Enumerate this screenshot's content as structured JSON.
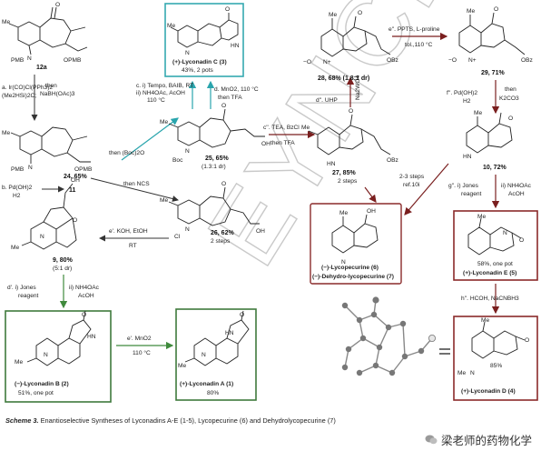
{
  "compounds": {
    "c12a": "12a",
    "c24": "24, 65%",
    "c11": "11",
    "c3_name": "(+)-Lyconadin C (3)",
    "c3_yield": "43%, 2 pots",
    "c25": "25, 65%",
    "c25_ratio": "(1.3:1 dr)",
    "c26": "26, 62%",
    "c26_steps": "2 steps",
    "c28": "28, 68% (1.8:1 dr)",
    "c29": "29, 71%",
    "c27": "27, 85%",
    "c27_steps": "2 steps",
    "c10": "10, 72%",
    "c6_name": "(−)-Lycopecurine (6)",
    "c7_name": "(−)-Dehydro-lycopecurine (7)",
    "c9": "9, 80%",
    "c9_ratio": "(5:1 dr)",
    "c5_name": "(+)-Lyconadin E (5)",
    "c5_yield": "58%, one pot",
    "c2_name": "(−)-Lyconadin B (2)",
    "c2_yield": "51%, one pot",
    "c1_name": "(+)-Lyconadin A (1)",
    "c1_yield": "80%",
    "c4_name": "(+)-Lyconadin D (4)",
    "c4_yield": "85%"
  },
  "reagents": {
    "a_line1": "a. Ir(CO)Cl(PPh3)2",
    "a_line2": "(Me2HSi)2O;",
    "a_then": "then",
    "a_reagent": "NaBH(OAc)3",
    "b": "b. Pd(OH)2",
    "b_h2": "H2",
    "c_line1": "c. i) Tempo, BAIB, RT",
    "c_line2": "ii) NH4OAc, AcOH",
    "c_line3": "110 °C",
    "d_line1": "d. MnO2, 110 °C",
    "d_line2": "then TFA",
    "boc": "then (Boc)2O",
    "ncs": "then NCS",
    "cpp_line1": "c''. TEA, BzCl",
    "cpp_line2": "then TFA",
    "dpp": "d''. UHP",
    "na2wo4": "Na2WO4",
    "epp_line1": "e''. PPTS, L-proline",
    "epp_line2": "tol.,110 °C",
    "fpp": "f''. Pd(OH)2",
    "fpp_h2": "H2",
    "fpp_then": "then",
    "fpp_k2co3": "K2CO3",
    "steps23": "2-3 steps",
    "ref10": "ref.10i",
    "gpp_line1": "g''. i) Jones",
    "gpp_line2": "reagent",
    "gpp_ii": "ii) NH4OAc",
    "gpp_acoh": "AcOH",
    "hpp": "h''. HCOH, NaCNBH3",
    "ep_line1": "e'. KOH, EtOH",
    "ep_line2": "RT",
    "dp_line1": "d'. i) Jones",
    "dp_line2": "reagent",
    "dp_ii": "ii) NH4OAc",
    "dp_acoh": "AcOH",
    "epb_line1": "e'. MnO2",
    "epb_line2": "110 °C"
  },
  "atoms": {
    "me": "Me",
    "pmb": "PMB",
    "opmb": "OPMB",
    "boc": "Boc",
    "cl": "Cl",
    "oh": "OH",
    "obz": "OBz",
    "o": "O",
    "n": "N",
    "h": "H",
    "nh": "HN",
    "oh_short": "OH",
    "nminus_o": "−O",
    "nplus": "N+"
  },
  "watermark": "EYNCH",
  "caption": {
    "prefix": "Scheme 3.",
    "text": " Enantioselective Syntheses of Lyconadins A-E (1-5), Lycopecurine (6) and Dehydrolycopecurine (7)"
  },
  "brand": {
    "name": "梁老师的药物化学"
  },
  "colors": {
    "teal_box": "#35a9b0",
    "green_box": "#3f7a3c",
    "red_box": "#8a2a2a",
    "dark_arrow": "#333333",
    "teal_arrow": "#2aa5ad",
    "green_arrow": "#3f8a3c",
    "red_arrow": "#7a1f1f"
  }
}
